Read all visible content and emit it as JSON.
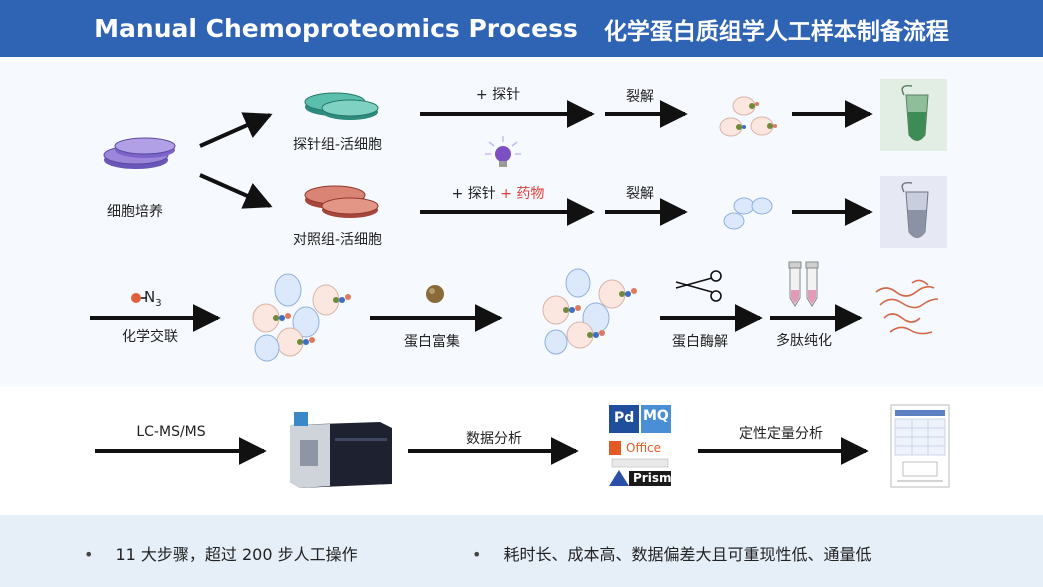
{
  "header": {
    "title_en": "Manual Chemoproteomics Process",
    "title_cn": "化学蛋白质组学人工样本制备流程"
  },
  "row1": {
    "cell_culture": "细胞培养",
    "probe_group": "探针组-活细胞",
    "control_group": "对照组-活细胞",
    "add_probe": "+ 探针",
    "add_probe_drug_prefix": "+ 探针",
    "add_probe_drug_suffix": "+ 药物",
    "lysis_1": "裂解",
    "lysis_2": "裂解"
  },
  "row2": {
    "click_reagent": "N",
    "click_reagent_sub": "3",
    "click_chemistry": "化学交联",
    "enrichment": "蛋白富集",
    "digestion": "蛋白酶解",
    "purification": "多肽纯化"
  },
  "row3": {
    "lcms": "LC-MS/MS",
    "data_analysis": "数据分析",
    "quant_analysis": "定性定量分析",
    "software": {
      "pd": "Pd",
      "mq": "MQ",
      "office": "Office",
      "prism": "Prism"
    }
  },
  "footer": {
    "bullet_1": "11 大步骤，超过 200 步人工操作",
    "bullet_2": "耗时长、成本高、数据偏差大且可重现性低、通量低",
    "bullet_glyph": "•"
  },
  "colors": {
    "header_bg": "#2f64b4",
    "drug_text": "#e0403a",
    "probe_dish": "#3aa596",
    "control_dish": "#c9584a",
    "culture_dish": "#8a6fcf"
  }
}
